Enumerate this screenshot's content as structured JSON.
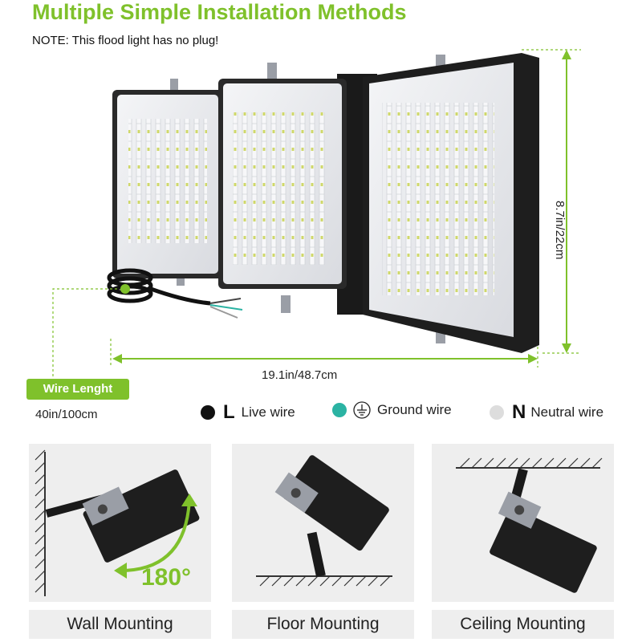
{
  "header": {
    "title": "Multiple Simple Installation Methods",
    "note": "NOTE: This flood light has no plug!"
  },
  "dimensions": {
    "width_label": "19.1in/48.7cm",
    "height_label": "8.7in/22cm"
  },
  "wire": {
    "badge": "Wire Lenght",
    "value": "40in/100cm"
  },
  "legend": [
    {
      "letter": "L",
      "text": "Live wire",
      "color": "#111111"
    },
    {
      "letter": "",
      "text": "Ground wire",
      "color": "#2bb3a3"
    },
    {
      "letter": "N",
      "text": "Neutral wire",
      "color": "#dddddd"
    }
  ],
  "mounting": {
    "wall_label": "Wall Mounting",
    "floor_label": "Floor Mounting",
    "ceiling_label": "Ceiling Mounting",
    "angle_label": "180°"
  },
  "colors": {
    "accent": "#7fc12b"
  }
}
